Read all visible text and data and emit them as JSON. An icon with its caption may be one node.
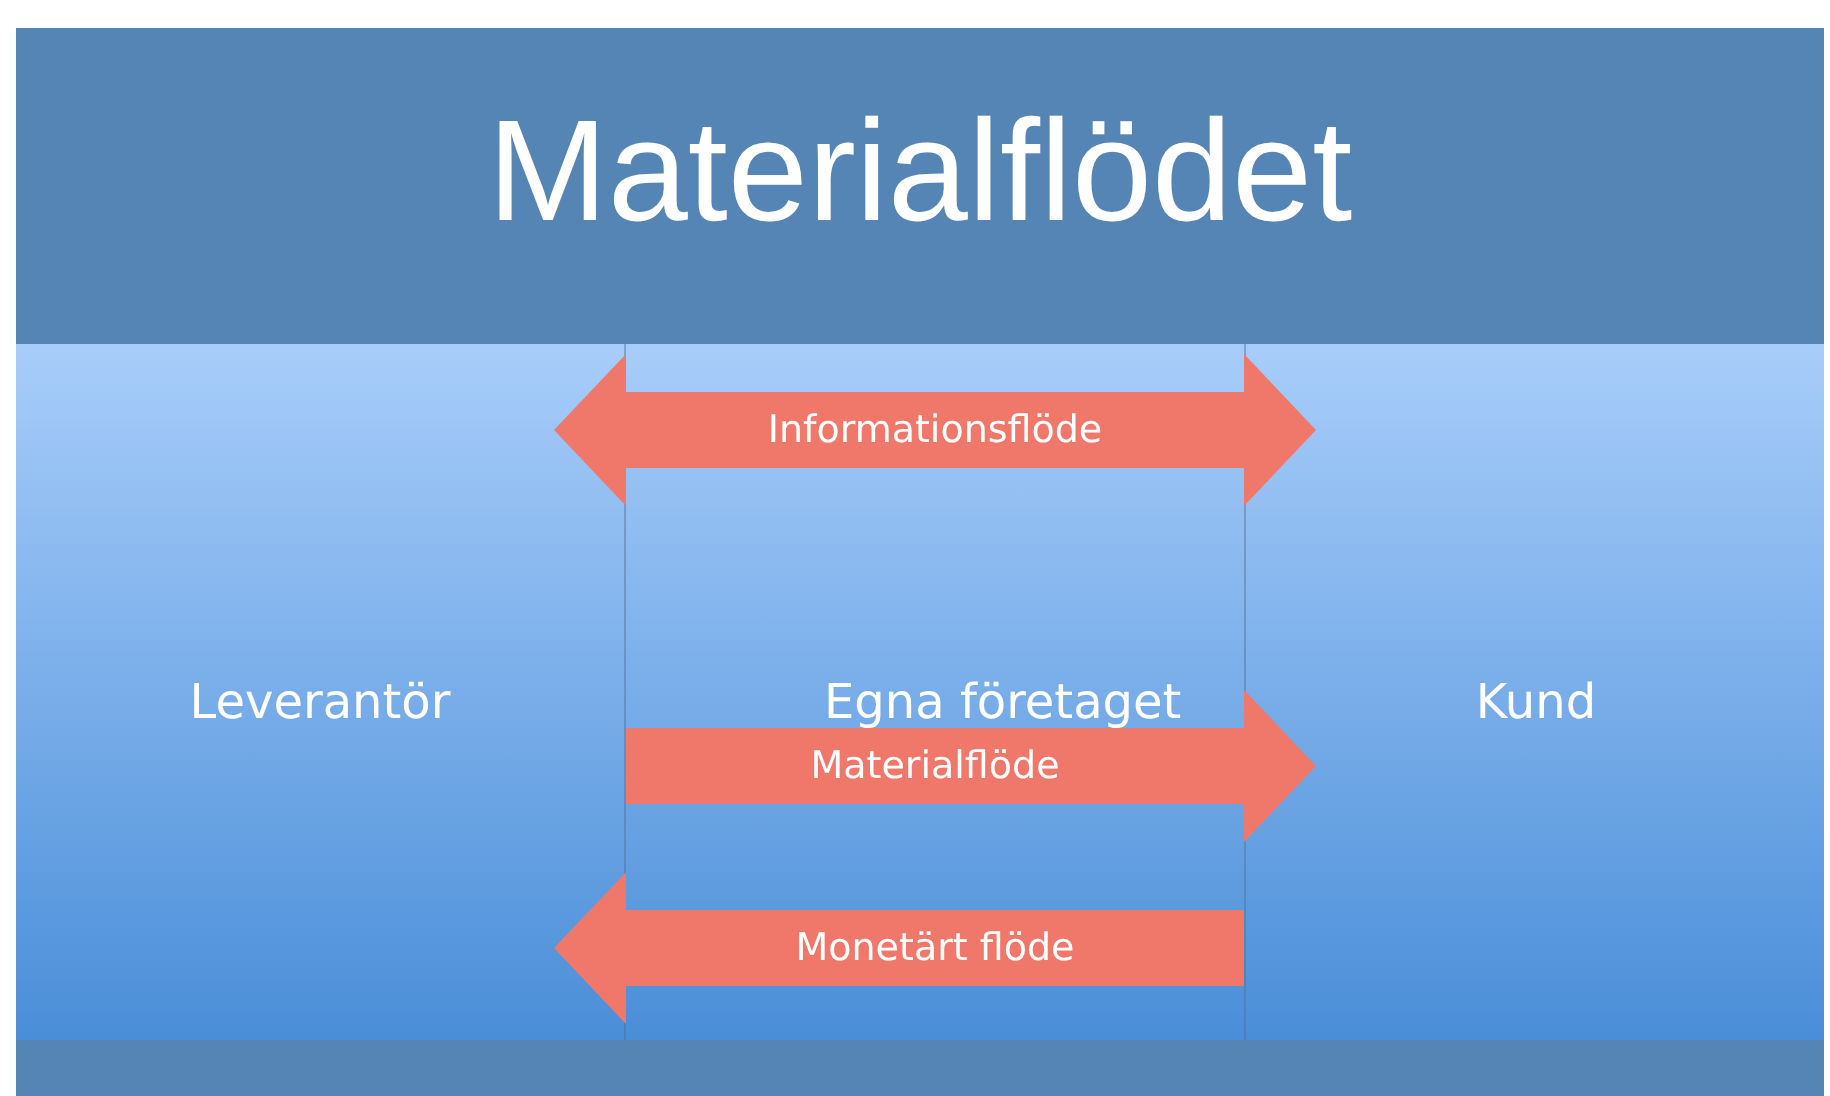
{
  "diagram": {
    "title": "Materialflödet",
    "nodes": [
      {
        "text": [
          "Leverantör"
        ]
      },
      {
        "text": [
          "Egna företaget"
        ]
      },
      {
        "text": [
          "Kund"
        ]
      }
    ],
    "edges": [
      {
        "from": 0,
        "to": 2,
        "arrow": "both",
        "label": "Informationsflöde"
      },
      {
        "from": 0,
        "to": 2,
        "arrow": "to",
        "label": "Materialflöde"
      },
      {
        "from": 2,
        "to": 0,
        "arrow": "to",
        "label": "Monetärt flöde"
      }
    ]
  }
}
